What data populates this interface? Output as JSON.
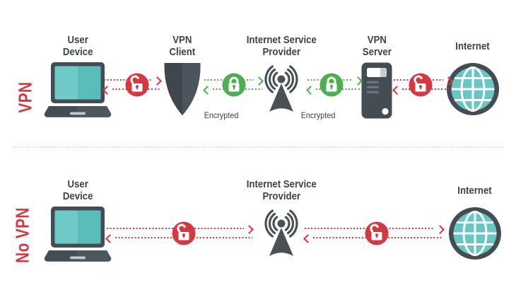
{
  "title": "VPN vs No VPN data flow diagram",
  "colors": {
    "red": "#d23940",
    "green": "#4fae51",
    "teal_light": "#6fcac6",
    "teal_dark": "#59beb9",
    "dark_gray": "#454d54",
    "text": "#3b4248",
    "divider": "#d2d2d2"
  },
  "vpn_row": {
    "row_label": "VPN",
    "nodes": [
      {
        "label": "User\nDevice",
        "icon": "laptop-icon"
      },
      {
        "label": "VPN\nClient",
        "icon": "shield-icon"
      },
      {
        "label": "Internet Service\nProvider",
        "icon": "antenna-icon"
      },
      {
        "label": "VPN\nServer",
        "icon": "server-icon"
      },
      {
        "label": "Internet",
        "icon": "globe-icon"
      }
    ],
    "links": [
      {
        "status": "unencrypted",
        "lock": "open-padlock-icon",
        "caption": ""
      },
      {
        "status": "encrypted",
        "lock": "closed-padlock-icon",
        "caption": "Encrypted"
      },
      {
        "status": "encrypted",
        "lock": "closed-padlock-icon",
        "caption": "Encrypted"
      },
      {
        "status": "unencrypted",
        "lock": "open-padlock-icon",
        "caption": ""
      }
    ]
  },
  "no_vpn_row": {
    "row_label": "No VPN",
    "nodes": [
      {
        "label": "User\nDevice",
        "icon": "laptop-icon"
      },
      {
        "label": "Internet Service\nProvider",
        "icon": "antenna-icon"
      },
      {
        "label": "Internet",
        "icon": "globe-icon"
      }
    ],
    "links": [
      {
        "status": "unencrypted",
        "lock": "open-padlock-icon"
      },
      {
        "status": "unencrypted",
        "lock": "open-padlock-icon"
      }
    ]
  }
}
